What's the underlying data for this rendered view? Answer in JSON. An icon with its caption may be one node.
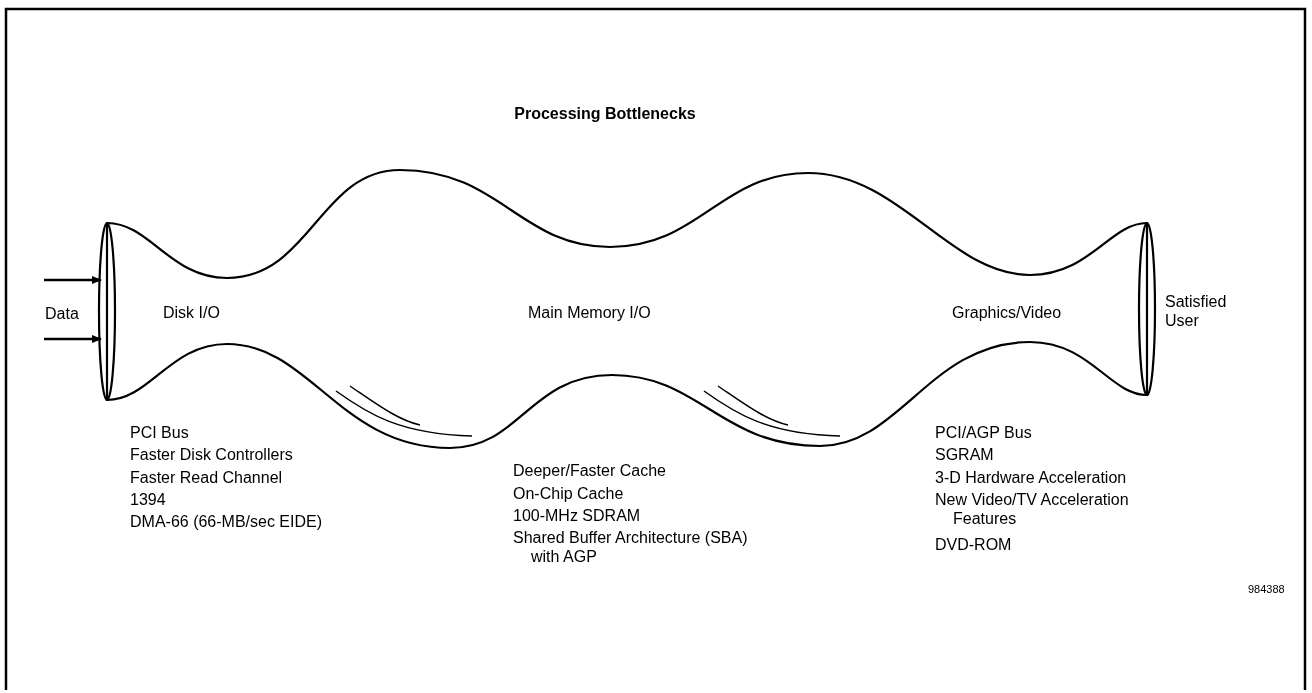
{
  "diagram": {
    "title": "Processing Bottlenecks",
    "nodes": [
      {
        "text": [
          "Disk I/O",
          "Main Memory I/O",
          "Graphics/Video"
        ]
      },
      {
        "text": [
          "Data"
        ]
      }
    ],
    "edges": [
      {
        "from": 1,
        "to": 0,
        "arrow": "to"
      },
      {
        "from": 1,
        "to": 0,
        "arrow": "to"
      }
    ],
    "labels": [
      "Satisfied User",
      "PCI Bus",
      "Faster Disk Controllers",
      "Faster Read Channel",
      "1394",
      "DMA-66 (66-MB/sec EIDE)",
      "Deeper/Faster Cache",
      "On-Chip Cache",
      "100-MHz SDRAM",
      "Shared Buffer Architecture (SBA) with AGP",
      "PCI/AGP Bus",
      "SGRAM",
      "3-D Hardware Acceleration",
      "New Video/TV Acceleration Features",
      "DVD-ROM",
      "984388"
    ]
  }
}
